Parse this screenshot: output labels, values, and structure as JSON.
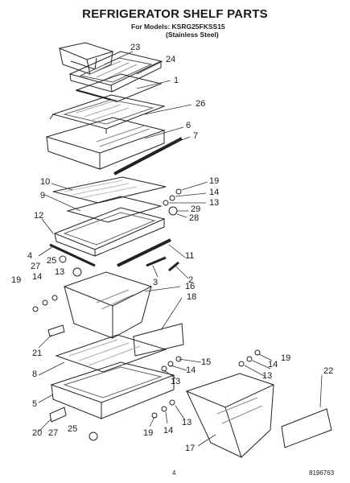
{
  "header": {
    "title": "REFRIGERATOR SHELF PARTS",
    "models_line": "For Models: KSRG25FKSS15",
    "finish_line": "(Stainless Steel)"
  },
  "callouts": [
    "23",
    "24",
    "1",
    "26",
    "6",
    "7",
    "10",
    "9",
    "19",
    "14",
    "13",
    "29",
    "28",
    "12",
    "4",
    "25",
    "27",
    "11",
    "3",
    "2",
    "19",
    "14",
    "13",
    "16",
    "18",
    "21",
    "8",
    "15",
    "14",
    "13",
    "19",
    "14",
    "13",
    "22",
    "5",
    "20",
    "27",
    "25",
    "19",
    "14",
    "13",
    "17"
  ],
  "footer": {
    "page_number": "4",
    "doc_number": "8196763"
  }
}
